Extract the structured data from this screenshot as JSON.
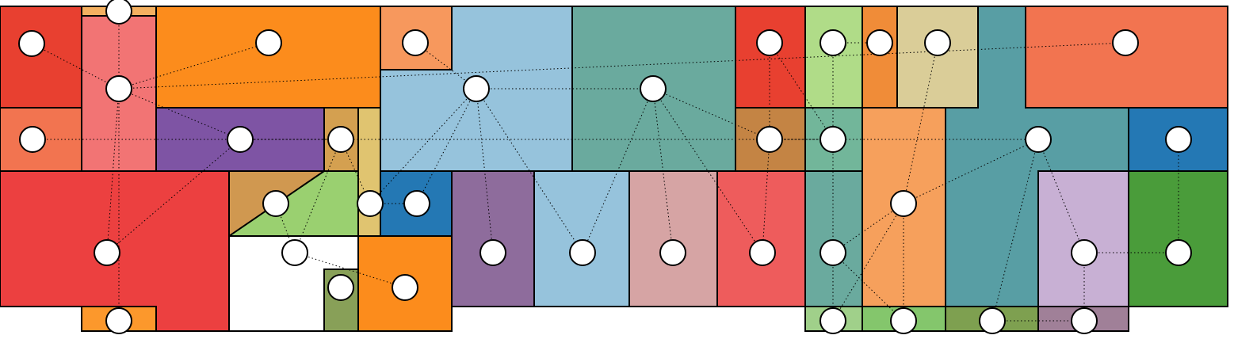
{
  "diagram": {
    "kind": "floor-plan adjacency graph",
    "rooms": [
      {
        "id": "r1",
        "color": "#e84030"
      },
      {
        "id": "r2",
        "color": "#f4b060"
      },
      {
        "id": "r3",
        "color": "#f27474"
      },
      {
        "id": "r4",
        "color": "#fc8c1c"
      },
      {
        "id": "r5",
        "color": "#f7985d"
      },
      {
        "id": "r6",
        "color": "#96c3dc"
      },
      {
        "id": "r7",
        "color": "#6aaa9e"
      },
      {
        "id": "r8",
        "color": "#e84030"
      },
      {
        "id": "r9",
        "color": "#b0dc88"
      },
      {
        "id": "r10",
        "color": "#f08c38"
      },
      {
        "id": "r11",
        "color": "#dacd98"
      },
      {
        "id": "r12",
        "color": "#589ea4"
      },
      {
        "id": "r13",
        "color": "#f27450"
      },
      {
        "id": "r14",
        "color": "#f27450"
      },
      {
        "id": "r15",
        "color": "#7e54a4"
      },
      {
        "id": "r16",
        "color": "#d4a050"
      },
      {
        "id": "r17",
        "color": "#e0c470"
      },
      {
        "id": "r18",
        "color": "#c48444"
      },
      {
        "id": "r19",
        "color": "#72b69a"
      },
      {
        "id": "r20",
        "color": "#f6a05c"
      },
      {
        "id": "r21",
        "color": "#2478b4"
      },
      {
        "id": "r22",
        "color": "#ec4040"
      },
      {
        "id": "r23",
        "color": "#d09850"
      },
      {
        "id": "r24",
        "color": "#9ad070"
      },
      {
        "id": "r25",
        "color": "#2478b4"
      },
      {
        "id": "r26",
        "color": "#8e6c9c"
      },
      {
        "id": "r27",
        "color": "#96c3dc"
      },
      {
        "id": "r28",
        "color": "#d6a4a4"
      },
      {
        "id": "r29",
        "color": "#ee5c5c"
      },
      {
        "id": "r30",
        "color": "#6aaa9e"
      },
      {
        "id": "r31",
        "color": "#c8b0d4"
      },
      {
        "id": "r32",
        "color": "#4a9c3a"
      },
      {
        "id": "r33",
        "color": "#88a058"
      },
      {
        "id": "r34",
        "color": "#fc8c1c"
      },
      {
        "id": "r35",
        "color": "#fc982c"
      },
      {
        "id": "r36",
        "color": "#a0d08a"
      },
      {
        "id": "r37",
        "color": "#84c66c"
      },
      {
        "id": "r38",
        "color": "#7ea050"
      },
      {
        "id": "r39",
        "color": "#a08098"
      }
    ],
    "nodes": [
      {
        "id": "n1",
        "room": "r1"
      },
      {
        "id": "n2",
        "room": "r2"
      },
      {
        "id": "n3",
        "room": "r3"
      },
      {
        "id": "n4",
        "room": "r4"
      },
      {
        "id": "n5",
        "room": "r5"
      },
      {
        "id": "n6",
        "room": "r6"
      },
      {
        "id": "n7",
        "room": "r7"
      },
      {
        "id": "n8",
        "room": "r8"
      },
      {
        "id": "n9",
        "room": "r9"
      },
      {
        "id": "n10",
        "room": "r10"
      },
      {
        "id": "n11",
        "room": "r11"
      },
      {
        "id": "n12",
        "room": "r13"
      },
      {
        "id": "n13",
        "room": "r14"
      },
      {
        "id": "n14",
        "room": "r15"
      },
      {
        "id": "n15",
        "room": "r16"
      },
      {
        "id": "n16",
        "room": "r18"
      },
      {
        "id": "n17",
        "room": "r19"
      },
      {
        "id": "n18",
        "room": "r12"
      },
      {
        "id": "n19",
        "room": "r21"
      },
      {
        "id": "n20",
        "room": "r23"
      },
      {
        "id": "n21",
        "room": "r17"
      },
      {
        "id": "n22",
        "room": "r25"
      },
      {
        "id": "n23",
        "room": "r20"
      },
      {
        "id": "n24",
        "room": "r22"
      },
      {
        "id": "n25",
        "room": "r24"
      },
      {
        "id": "n26",
        "room": "r26"
      },
      {
        "id": "n27",
        "room": "r27"
      },
      {
        "id": "n28",
        "room": "r28"
      },
      {
        "id": "n29",
        "room": "r29"
      },
      {
        "id": "n30",
        "room": "r30"
      },
      {
        "id": "n31",
        "room": "r31"
      },
      {
        "id": "n32",
        "room": "r32"
      },
      {
        "id": "n33",
        "room": "r33"
      },
      {
        "id": "n34",
        "room": "r34"
      },
      {
        "id": "n35",
        "room": "r35"
      },
      {
        "id": "n36",
        "room": "r36"
      },
      {
        "id": "n37",
        "room": "r37"
      },
      {
        "id": "n38",
        "room": "r38"
      },
      {
        "id": "n39",
        "room": "r39"
      }
    ],
    "edges": [
      [
        "n1",
        "n3"
      ],
      [
        "n2",
        "n3"
      ],
      [
        "n3",
        "n4"
      ],
      [
        "n3",
        "n12"
      ],
      [
        "n3",
        "n14"
      ],
      [
        "n3",
        "n24"
      ],
      [
        "n3",
        "n35"
      ],
      [
        "n5",
        "n6"
      ],
      [
        "n6",
        "n7"
      ],
      [
        "n6",
        "n21"
      ],
      [
        "n6",
        "n22"
      ],
      [
        "n6",
        "n26"
      ],
      [
        "n6",
        "n27"
      ],
      [
        "n7",
        "n16"
      ],
      [
        "n7",
        "n27"
      ],
      [
        "n7",
        "n28"
      ],
      [
        "n7",
        "n29"
      ],
      [
        "n8",
        "n16"
      ],
      [
        "n8",
        "n17"
      ],
      [
        "n9",
        "n10"
      ],
      [
        "n9",
        "n17"
      ],
      [
        "n11",
        "n23"
      ],
      [
        "n13",
        "n18"
      ],
      [
        "n14",
        "n15"
      ],
      [
        "n14",
        "n24"
      ],
      [
        "n15",
        "n25"
      ],
      [
        "n15",
        "n21"
      ],
      [
        "n16",
        "n17"
      ],
      [
        "n16",
        "n29"
      ],
      [
        "n20",
        "n25"
      ],
      [
        "n21",
        "n22"
      ],
      [
        "n23",
        "n18"
      ],
      [
        "n23",
        "n30"
      ],
      [
        "n23",
        "n37"
      ],
      [
        "n25",
        "n34"
      ],
      [
        "n18",
        "n31"
      ],
      [
        "n18",
        "n38"
      ],
      [
        "n31",
        "n32"
      ],
      [
        "n31",
        "n39"
      ],
      [
        "n32",
        "n19"
      ],
      [
        "n30",
        "n36"
      ],
      [
        "n30",
        "n37"
      ],
      [
        "n17",
        "n30"
      ],
      [
        "n36",
        "n23"
      ],
      [
        "n38",
        "n39"
      ]
    ]
  }
}
